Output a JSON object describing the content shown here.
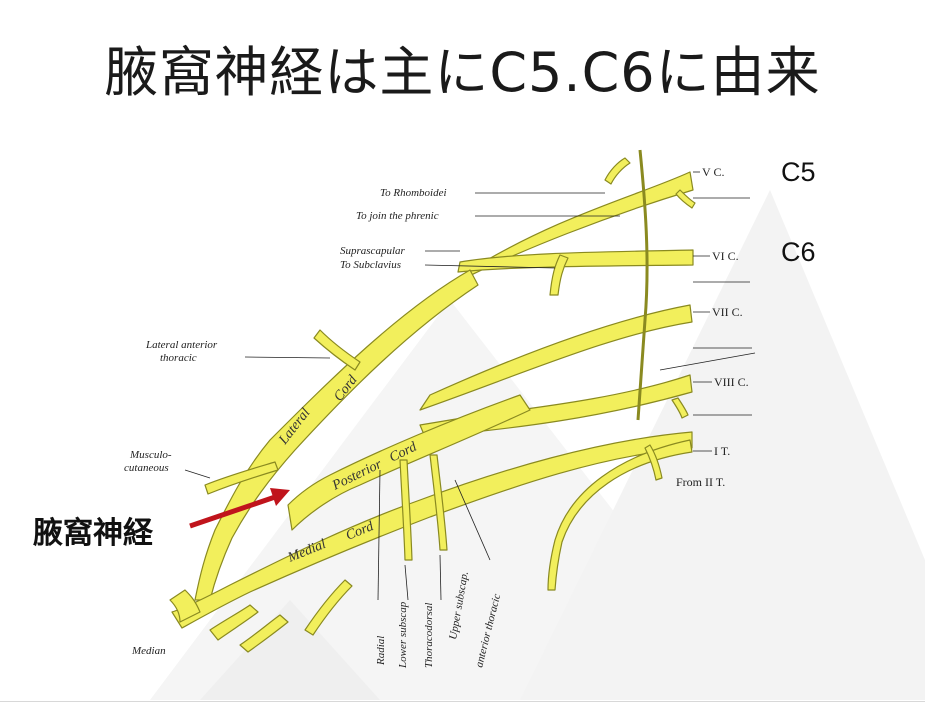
{
  "slide": {
    "title": "腋窩神経は主にC5.C6に由来",
    "segment_labels": {
      "c5": "C5",
      "c6": "C6"
    },
    "callout": "腋窩神経",
    "colors": {
      "nerve": "#f2ef5c",
      "nerve_stroke": "#8a8a20",
      "arrow": "#c0141c",
      "bg_mountain": "#f4f4f4"
    }
  },
  "diagram": {
    "root_labels": [
      "V C.",
      "VI C.",
      "VII C.",
      "VIII C.",
      "I T.",
      "From II T."
    ],
    "annotations": {
      "rhomboidei": "To Rhomboidei",
      "phrenic": "To join the phrenic",
      "suprascapular": "Suprascapular",
      "subclavius": "To Subclavius",
      "lat_ant_thoracic_1": "Lateral anterior",
      "lat_ant_thoracic_2": "thoracic",
      "musculo_1": "Musculo-",
      "musculo_2": "cutaneous",
      "median": "Median",
      "radial": "Radial",
      "lower_subscap": "Lower subscap",
      "thoracodorsal": "Thoracodorsal",
      "upper_subscap": "Upper subscap.",
      "ant_thoracic": "anterior thoracic"
    },
    "cords": {
      "lateral": "Lateral",
      "lateral2": "Cord",
      "posterior": "Posterior",
      "posterior2": "Cord",
      "medial": "Medial",
      "medial2": "Cord"
    }
  }
}
